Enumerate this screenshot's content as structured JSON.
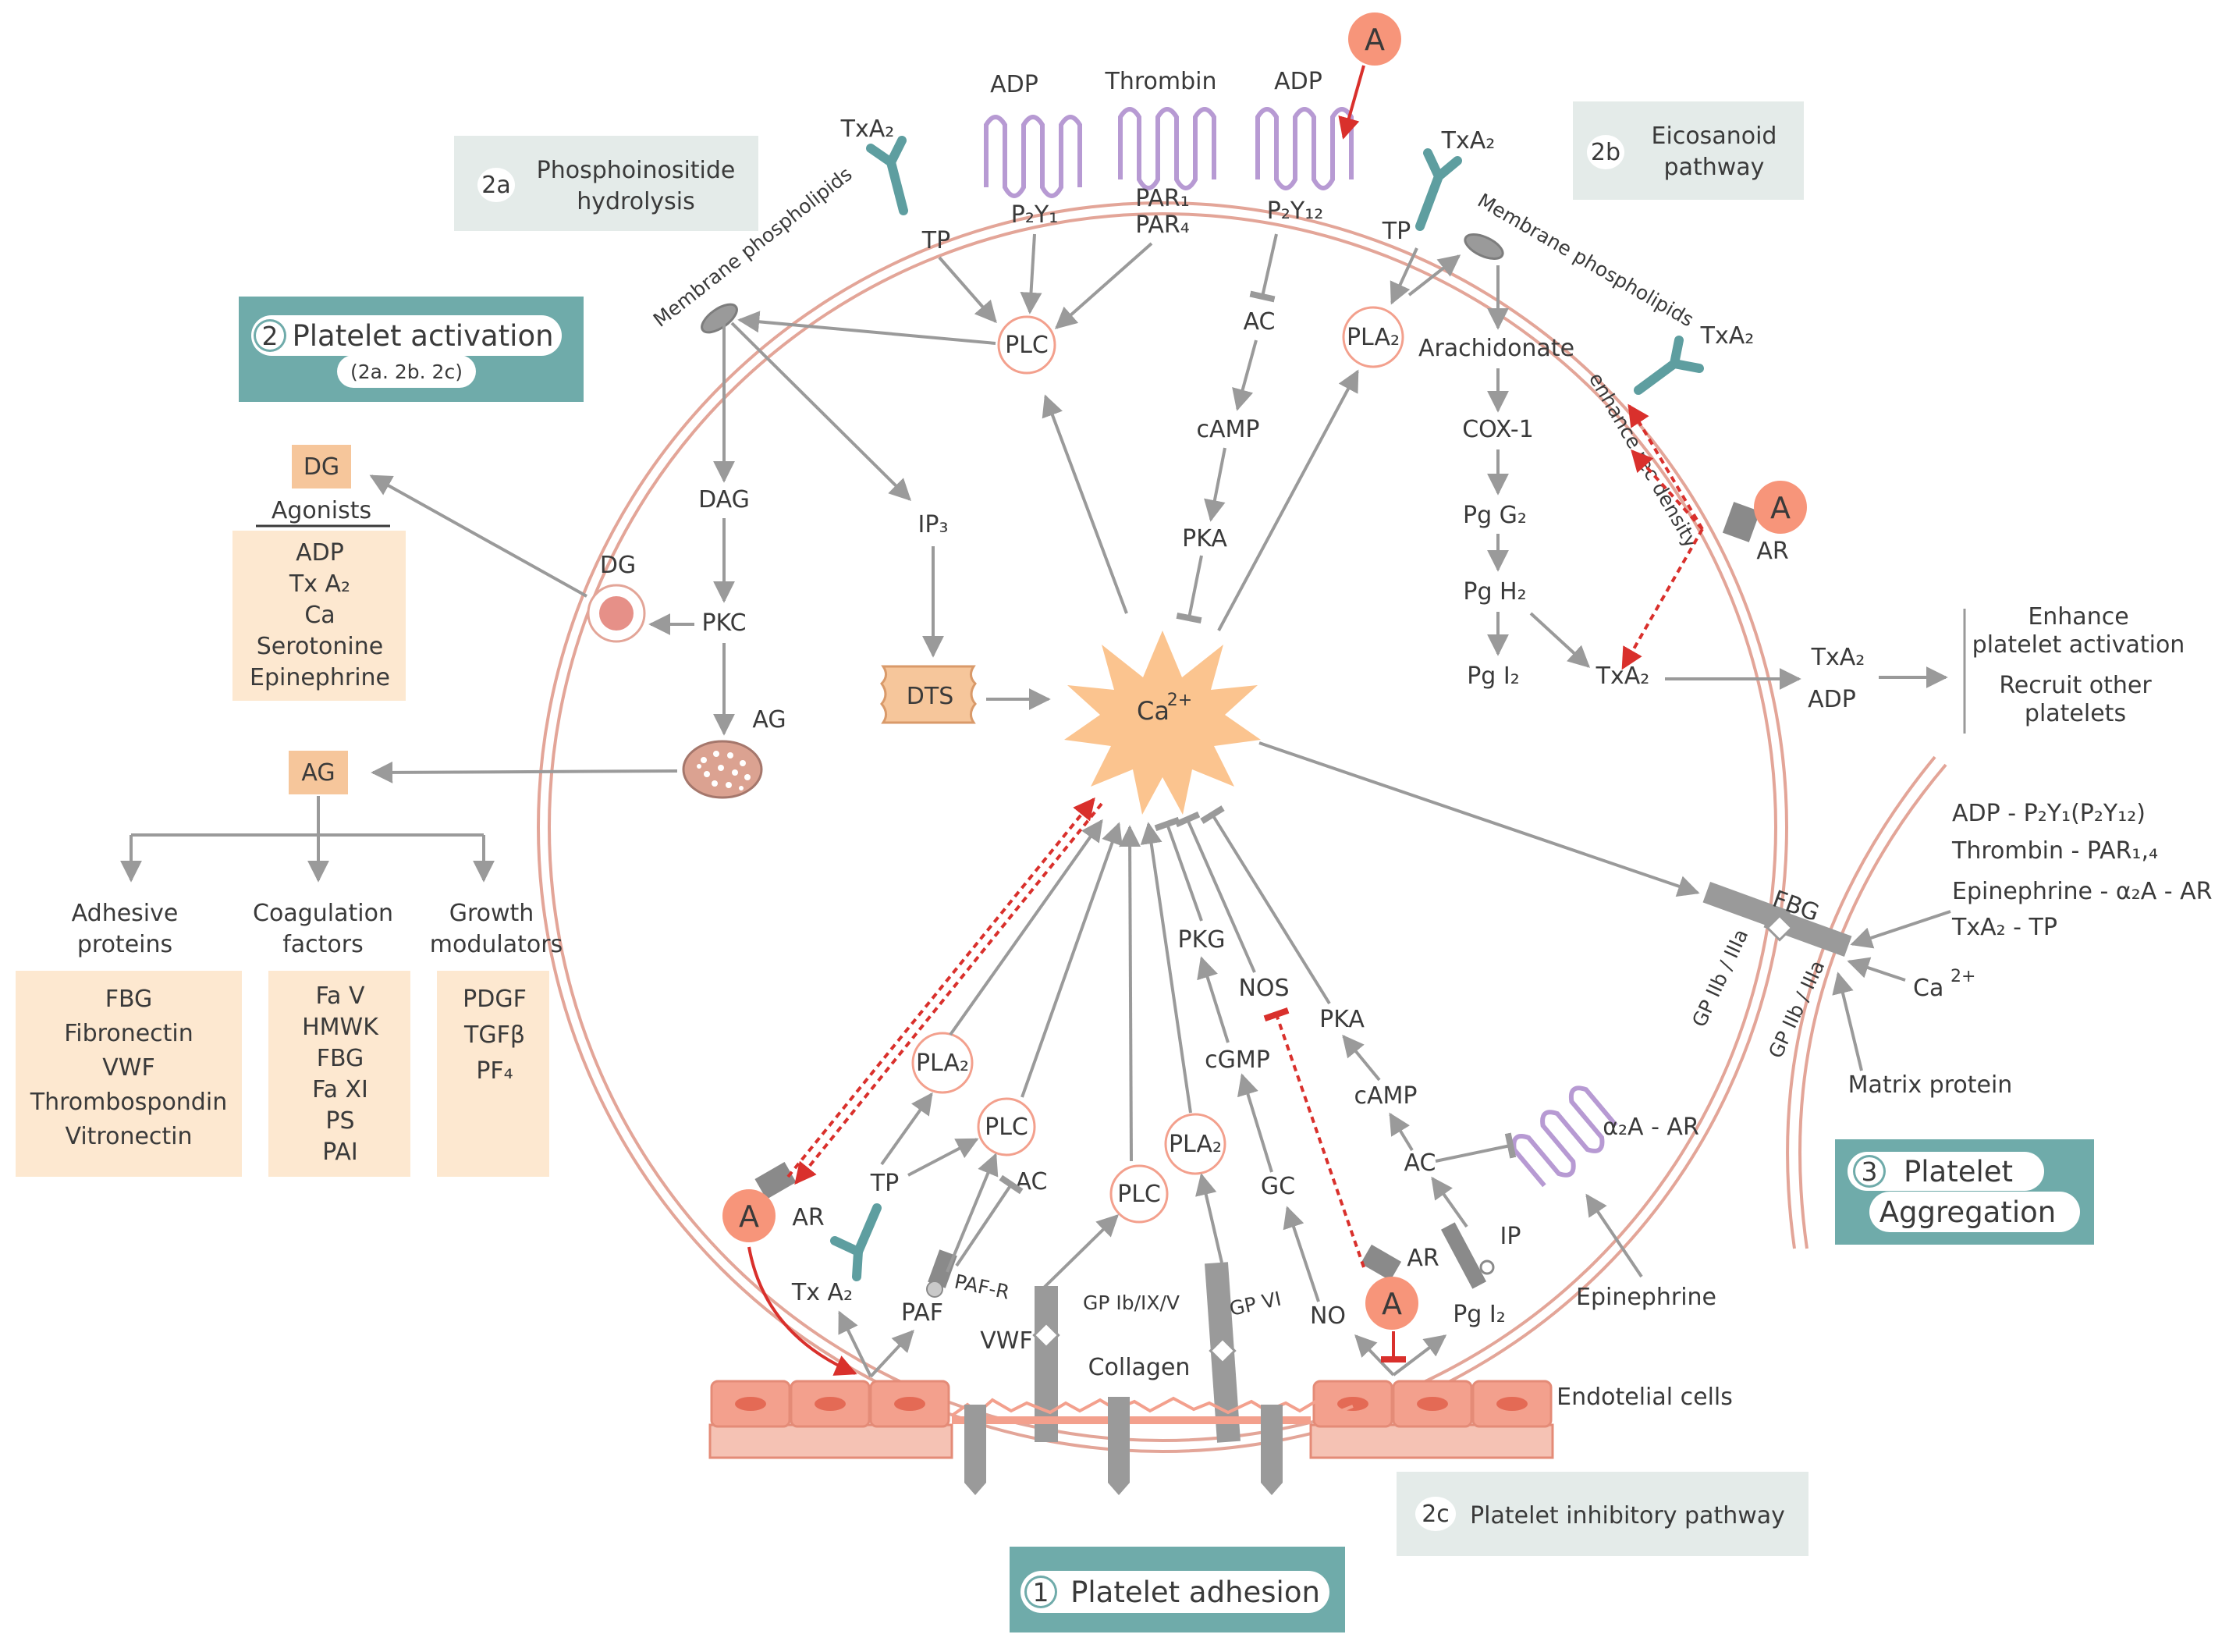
{
  "colors": {
    "membrane": "#e3a598",
    "arrow": "#9a9a9a",
    "red": "#d9302c",
    "receptor_purple": "#b79ad3",
    "receptor_teal": "#5e9ea0",
    "teal_box": "#6fabaa",
    "grey_box": "#e4ebe9",
    "peach_box": "#fde8d0",
    "orange_box": "#f6c69b",
    "calcium": "#fbc48f",
    "endothelial": "#f3a08d",
    "agonist_A": "#f7957a"
  },
  "sections": {
    "s2": {
      "num": "2",
      "title": "Platelet activation",
      "sub": "(2a. 2b. 2c)"
    },
    "s2a": {
      "num": "2a",
      "line1": "Phosphoinositide",
      "line2": "hydrolysis"
    },
    "s2b": {
      "num": "2b",
      "line1": "Eicosanoid",
      "line2": "pathway"
    },
    "s2c": {
      "num": "2c",
      "text": "Platelet inhibitory pathway"
    },
    "s1": {
      "num": "1",
      "title": "Platelet adhesion"
    },
    "s3": {
      "num": "3",
      "line1": "Platelet",
      "line2": "Aggregation"
    }
  },
  "receptors_top": {
    "txa2_left": "TxA₂",
    "tp_left": "TP",
    "adp1": "ADP",
    "p2y1": "P₂Y₁",
    "thrombin": "Thrombin",
    "par1": "PAR₁",
    "par4": "PAR₄",
    "adp2": "ADP",
    "p2y12": "P₂Y₁₂",
    "txa2_right": "TxA₂",
    "tp_right": "TP",
    "membrane_left": "Membrane phospholipids",
    "membrane_right": "Membrane phospholipids",
    "txa2_far": "TxA₂",
    "enhance_rec": "enhance rec density",
    "ar_right": "AR"
  },
  "nodes": {
    "plc_top": "PLC",
    "pla2_top": "PLA₂",
    "ac_top": "AC",
    "camp_top": "cAMP",
    "pka_top": "PKA",
    "arachidonate": "Arachidonate",
    "cox1": "COX-1",
    "pgg2": "Pg G₂",
    "pgh2": "Pg H₂",
    "pgi2_top": "Pg I₂",
    "txa2_mid": "TxA₂",
    "dag": "DAG",
    "ip3": "IP₃",
    "pkc": "PKC",
    "dg_in": "DG",
    "ag_in": "AG",
    "dts": "DTS",
    "ca": "Ca",
    "ca_sup": "2+",
    "txa2_out": "TxA₂",
    "adp_out": "ADP",
    "enhance": [
      "Enhance",
      "platelet activation"
    ],
    "recruit": [
      "Recruit other",
      "platelets"
    ]
  },
  "left_panel": {
    "dg_box": "DG",
    "agonists_title": "Agonists",
    "agonists": [
      "ADP",
      "Tx A₂",
      "Ca",
      "Serotonine",
      "Epinephrine"
    ],
    "ag_box": "AG",
    "col1_title": [
      "Adhesive",
      "proteins"
    ],
    "col1": [
      "FBG",
      "Fibronectin",
      "VWF",
      "Thrombospondin",
      "Vitronectin"
    ],
    "col2_title": [
      "Coagulation",
      "factors"
    ],
    "col2": [
      "Fa V",
      "HMWK",
      "FBG",
      "Fa XI",
      "PS",
      "PAI"
    ],
    "col3_title": [
      "Growth",
      "modulators"
    ],
    "col3": [
      "PDGF",
      "TGFβ",
      "PF₄"
    ]
  },
  "bottom": {
    "pla2_a": "PLA₂",
    "plc_b": "PLC",
    "ac_b": "AC",
    "tp_b": "TP",
    "plc_c": "PLC",
    "pla2_c": "PLA₂",
    "pkg": "PKG",
    "nos": "NOS",
    "cgmp": "cGMP",
    "gc": "GC",
    "pka_b": "PKA",
    "camp_b": "cAMP",
    "ac_c": "AC",
    "ar_left": "AR",
    "ar_bot": "AR",
    "ip": "IP",
    "txa2_b": "Tx A₂",
    "paf": "PAF",
    "paf_r": "PAF-R",
    "vwf": "VWF",
    "gp1b": "GP Ib/IX/V",
    "gp6": "GP VI",
    "collagen": "Collagen",
    "no": "NO",
    "pgi2_b": "Pg I₂",
    "endothelial": "Endotelial cells",
    "a2_ar": "α₂A - AR",
    "epinephrine": "Epinephrine"
  },
  "right_panel": {
    "fbg": "FBG",
    "gp2b3a_a": "GP IIb / IIIa",
    "gp2b3a_b": "GP IIb / IIIa",
    "pairs": [
      "ADP - P₂Y₁(P₂Y₁₂)",
      "Thrombin - PAR₁,₄",
      "Epinephrine - α₂A - AR",
      "TxA₂ - TP"
    ],
    "ca2": "Ca",
    "ca2_sup": "2+",
    "matrix": "Matrix protein"
  },
  "agonist_letter": "A"
}
